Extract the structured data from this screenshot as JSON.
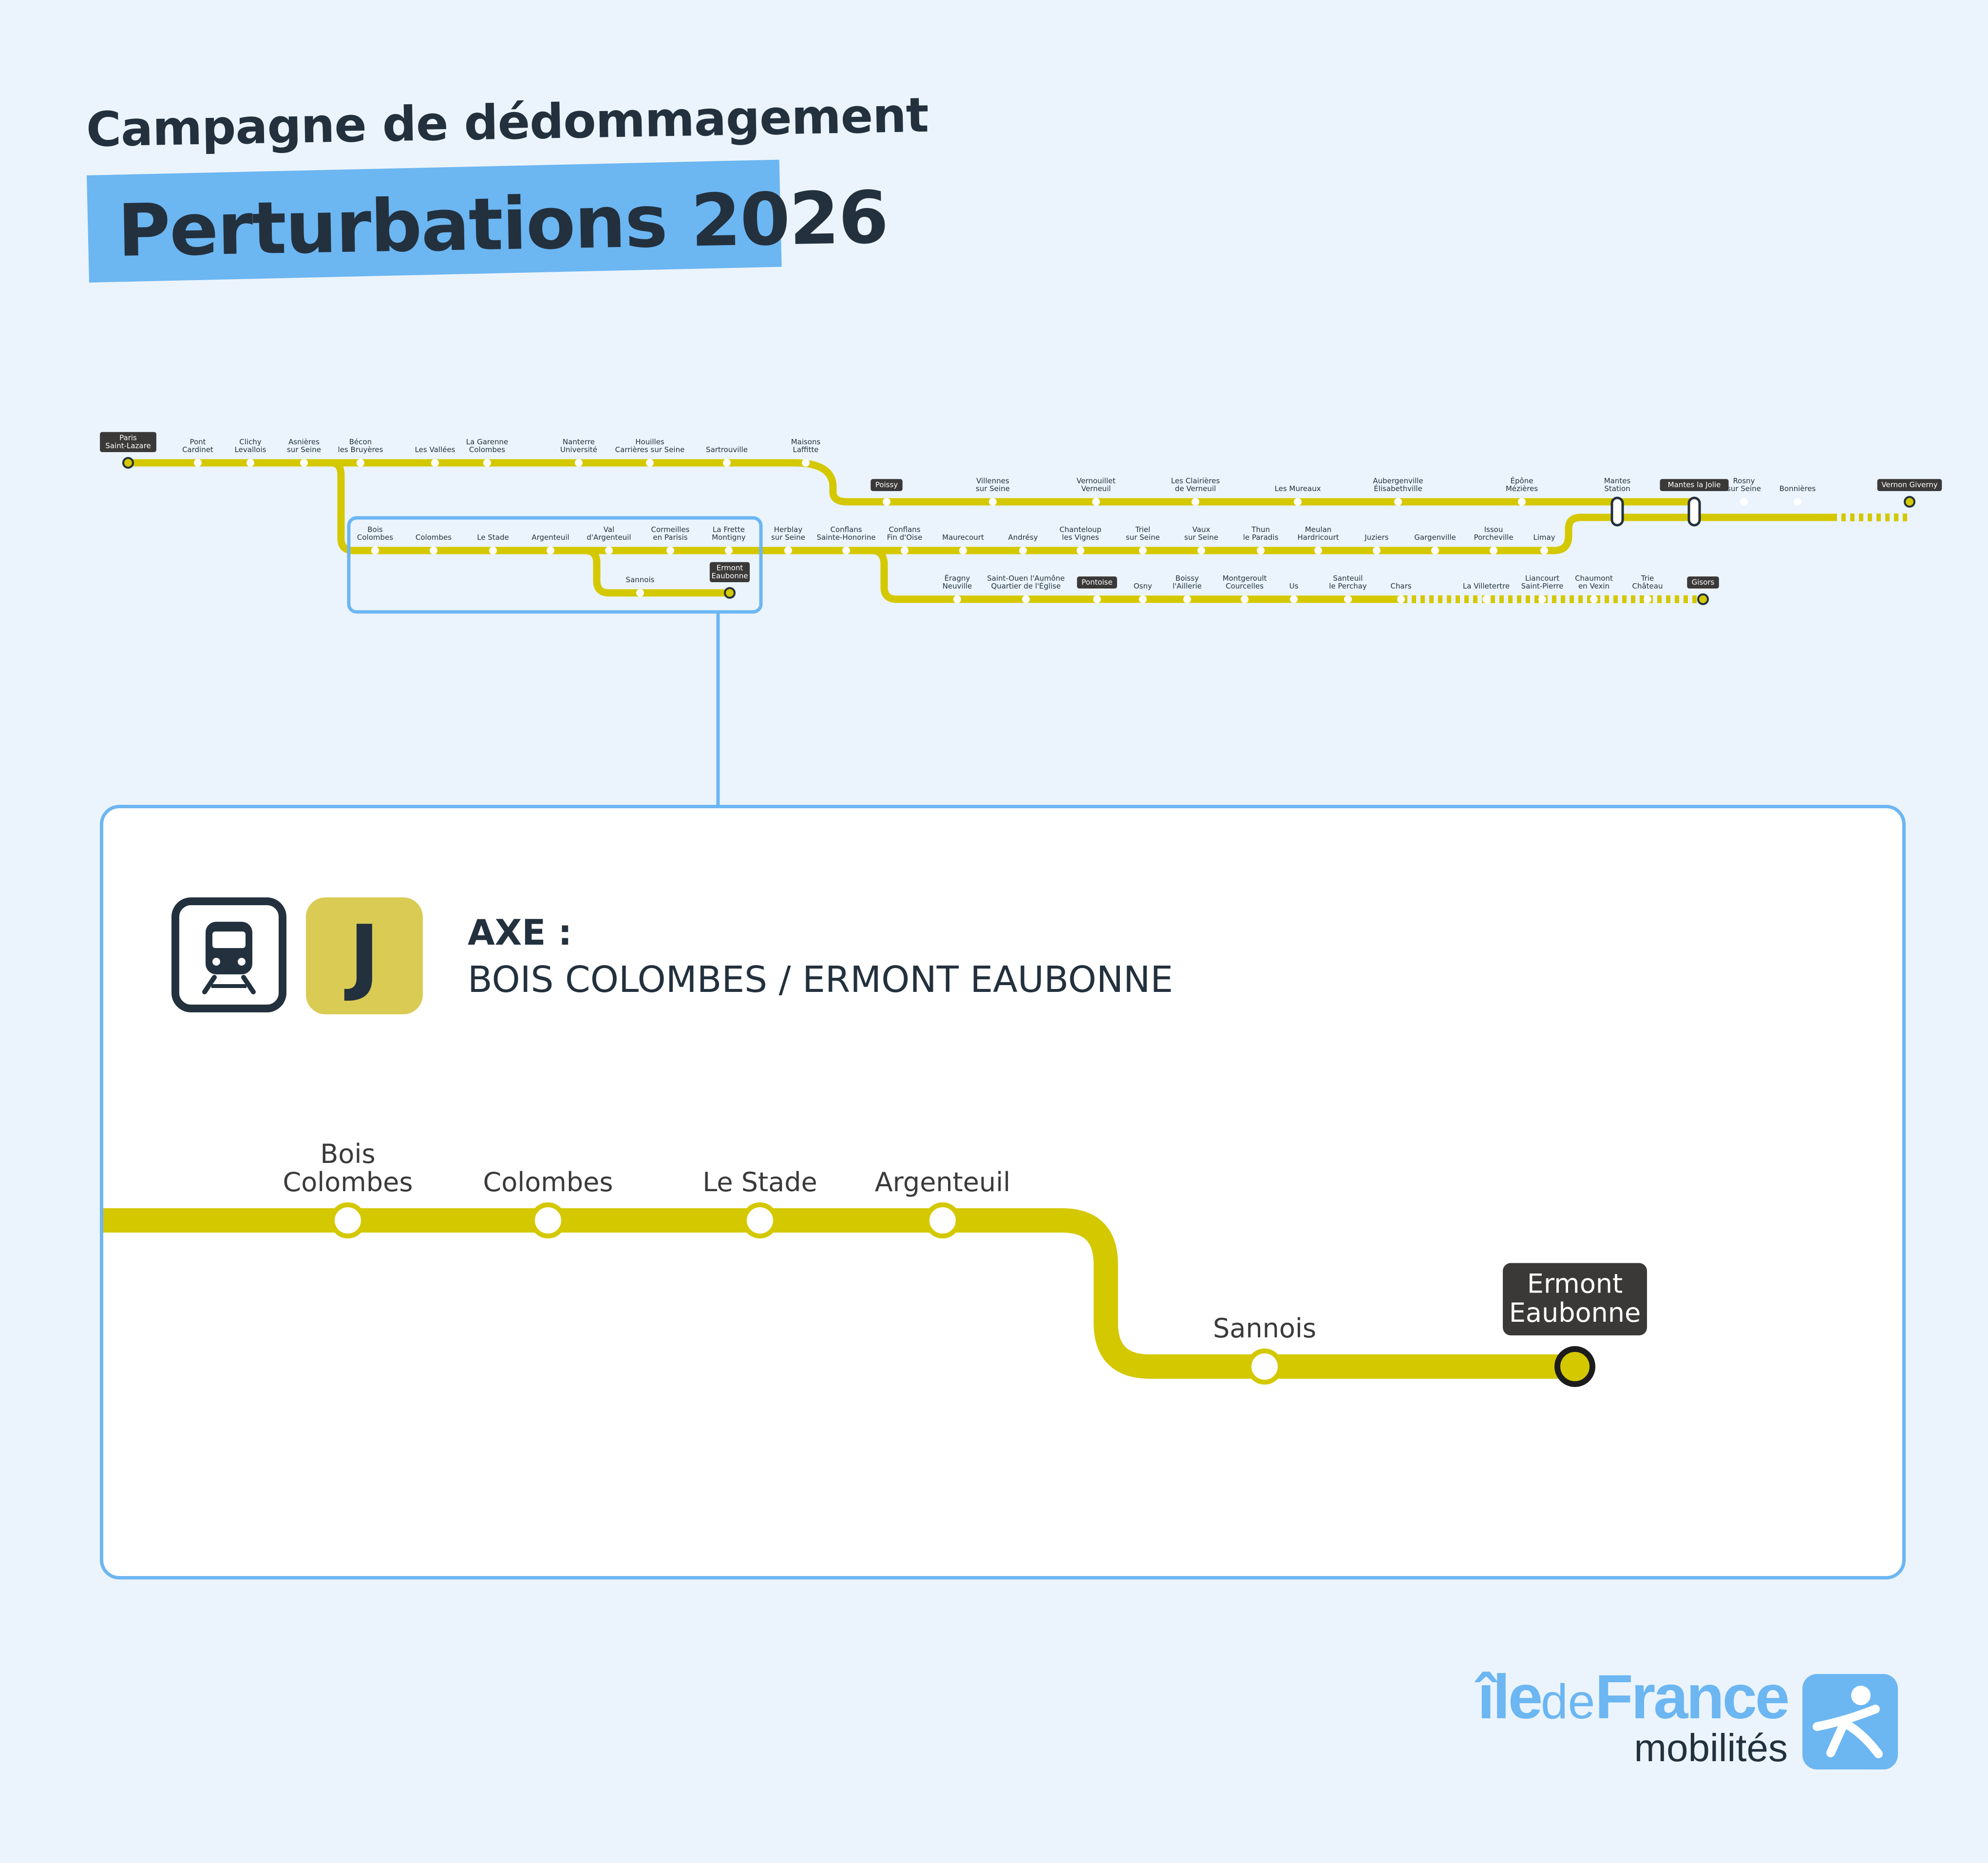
{
  "header": {
    "subtitle": "Campagne de dédommagement",
    "title": "Perturbations 2026"
  },
  "colors": {
    "background": "#ebf4fc",
    "accent_blue": "#6cb6f2",
    "line_j": "#d4c800",
    "badge_j": "#dacb55",
    "dark": "#23313e",
    "tag_bg": "#3b3838"
  },
  "overview_map": {
    "line": "J",
    "trunk_stations": [
      "Paris\nSaint-Lazare",
      "Pont\nCardinet",
      "Clichy\nLevallois",
      "Asnières\nsur Seine",
      "Bécon\nles Bruyères",
      "Les Vallées",
      "La Garenne\nColombes",
      "Nanterre\nUniversité",
      "Houilles\nCarrières sur Seine",
      "Sartrouville",
      "Maisons\nLaffitte"
    ],
    "mantes_branch_stations": [
      "Poissy",
      "Villennes\nsur Seine",
      "Vernouillet\nVerneuil",
      "Les Clairières\nde Verneuil",
      "Les Mureaux",
      "Aubergenville\nÉlisabethville",
      "Épône\nMézières",
      "Mantes\nStation",
      "Mantes la Jolie",
      "Rosny\nsur Seine",
      "Bonnières",
      "Vernon Giverny"
    ],
    "argenteuil_branch_stations": [
      "Bois\nColombes",
      "Colombes",
      "Le Stade",
      "Argenteuil",
      "Val\nd'Argenteuil",
      "Cormeilles\nen Parisis",
      "La Frette\nMontigny",
      "Herblay\nsur Seine",
      "Conflans\nSainte-Honorine",
      "Conflans\nFin d'Oise",
      "Maurecourt",
      "Andrésy",
      "Chanteloup\nles Vignes",
      "Triel\nsur Seine",
      "Vaux\nsur Seine",
      "Thun\nle Paradis",
      "Meulan\nHardricourt",
      "Juziers",
      "Gargenville",
      "Issou\nPorcheville",
      "Limay"
    ],
    "ermont_spur_stations": [
      "Sannois",
      "Ermont\nEaubonne"
    ],
    "gisors_branch_stations": [
      "Éragny\nNeuville",
      "Saint-Ouen l'Aumône\nQuartier de l'Église",
      "Pontoise",
      "Osny",
      "Boissy\nl'Aillerie",
      "Montgeroult\nCourcelles",
      "Us",
      "Santeuil\nle Perchay",
      "Chars",
      "La Villetertre",
      "Liancourt\nSaint-Pierre",
      "Chaumont\nen Vexin",
      "Trie\nChâteau",
      "Gisors"
    ]
  },
  "detail": {
    "mode_icon": "train-icon",
    "line_badge": "J",
    "axe_label": "AXE :",
    "axe_value": "BOIS COLOMBES / ERMONT EAUBONNE",
    "stations": [
      "Bois\nColombes",
      "Colombes",
      "Le Stade",
      "Argenteuil",
      "Sannois",
      "Ermont\nEaubonne"
    ],
    "terminus": "Ermont\nEaubonne"
  },
  "logo": {
    "part_ile": "île",
    "part_de": "de",
    "part_france": "France",
    "tagline": "mobilités",
    "icon": "walking-person-icon"
  }
}
